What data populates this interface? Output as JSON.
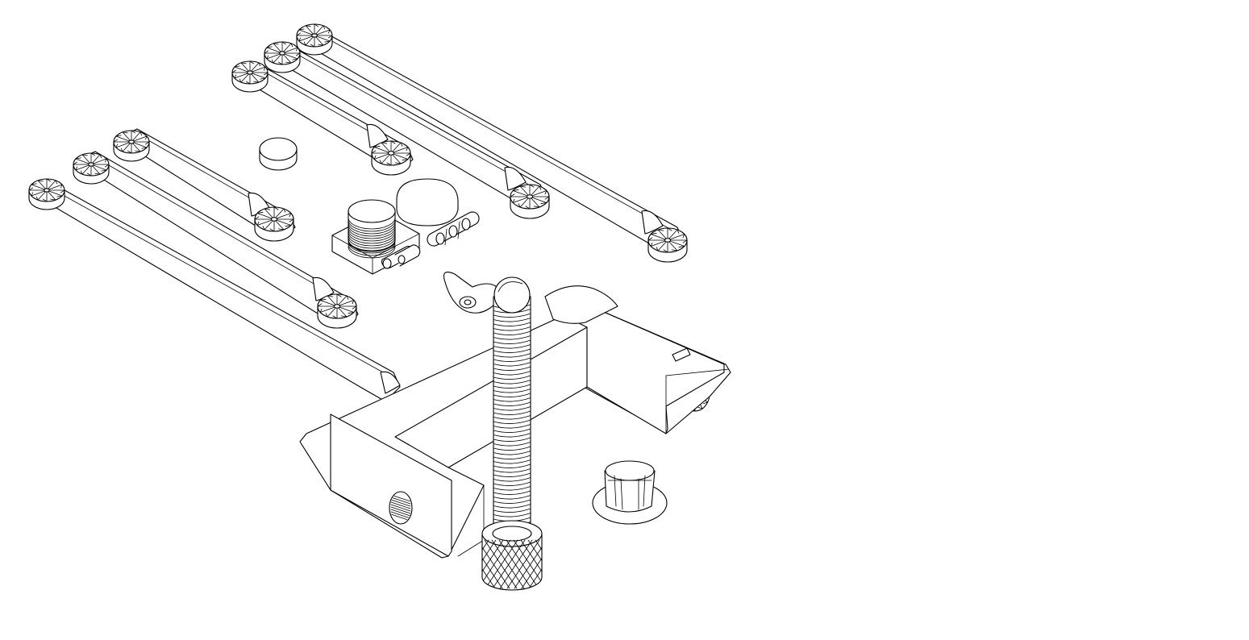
{
  "drawing": {
    "kind": "isometric exploded assembly line drawing",
    "background": "#ffffff",
    "stroke": "#000000",
    "parts": [
      "arm-bar",
      "arm-bar",
      "arm-bar",
      "arm-bar",
      "arm-bar",
      "arm-bar",
      "loose-knurled-rosette",
      "threaded-knob-mount",
      "rosette-triple-hinge-mount",
      "wing-nut",
      "threaded-rod-with-knurled-knob",
      "c-clamp-body",
      "slotted-collar"
    ]
  }
}
